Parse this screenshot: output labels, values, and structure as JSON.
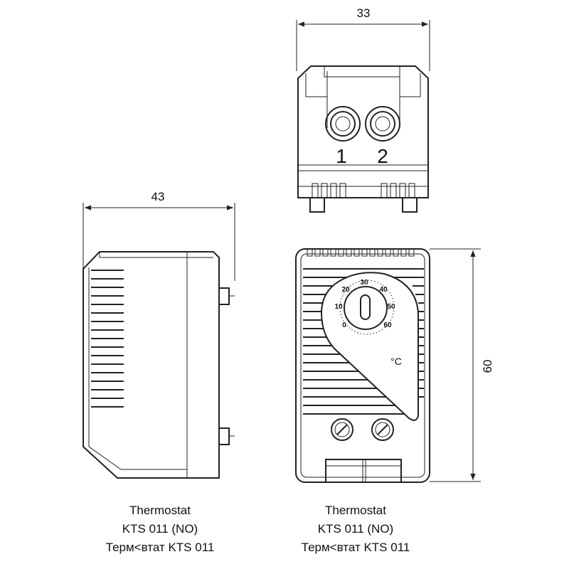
{
  "dimensions": {
    "top_width": "33",
    "side_width": "43",
    "front_height": "60"
  },
  "terminals": {
    "left": "1",
    "right": "2"
  },
  "dial": {
    "scale_labels": [
      "0",
      "10",
      "20",
      "30",
      "40",
      "50",
      "60"
    ],
    "unit": "°C"
  },
  "captions": {
    "left": {
      "line1": "Thermostat",
      "line2": "KTS 011 (NO)",
      "line3": "Терм<втат  KTS 011"
    },
    "right": {
      "line1": "Thermostat",
      "line2": "KTS 011 (NO)",
      "line3": "Терм<втат  KTS 011"
    }
  }
}
